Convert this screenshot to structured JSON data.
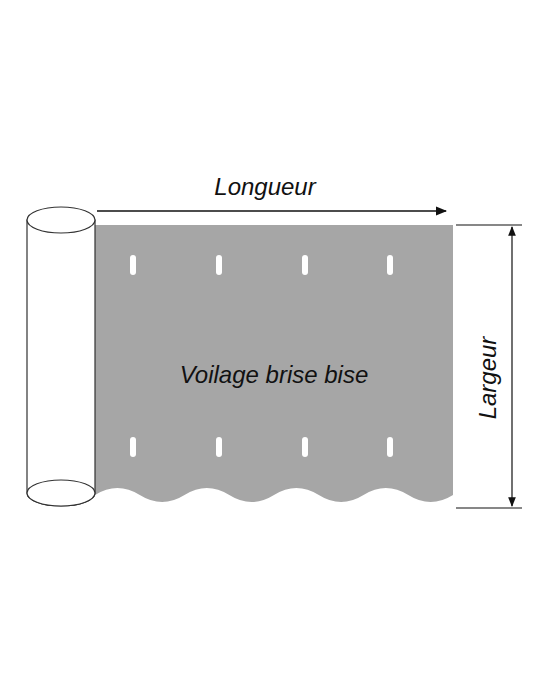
{
  "diagram": {
    "nodes": [
      {
        "text": [
          "Voilage brise bise"
        ]
      }
    ],
    "labels": [
      "Longueur",
      "Largeur"
    ]
  }
}
